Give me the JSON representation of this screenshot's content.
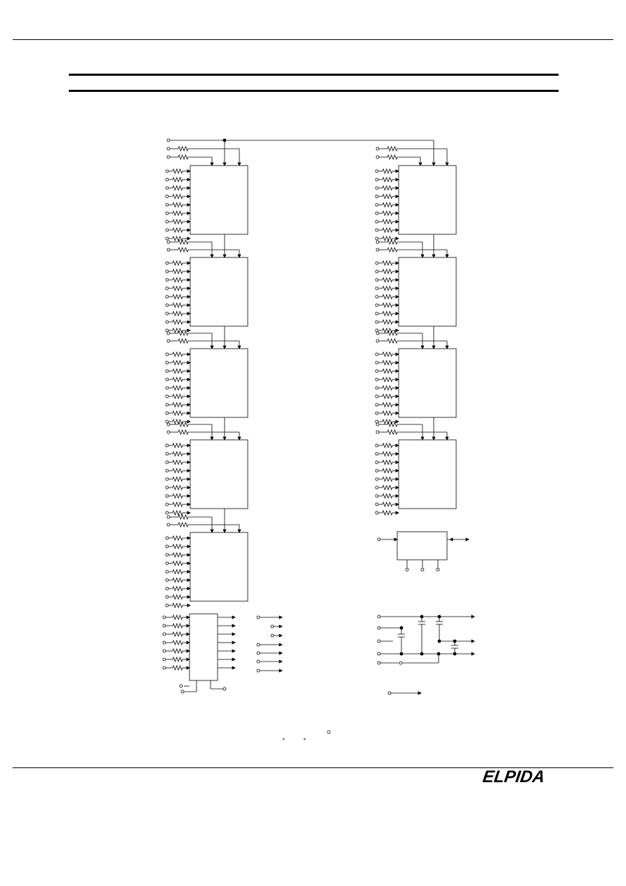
{
  "footer": {
    "logo_text": "ELPIDA"
  },
  "notes": {
    "omega_symbol": "Ω",
    "times_symbol_1": "×",
    "times_symbol_2": "×"
  },
  "diagram": {
    "left_column_chip_count": 5,
    "right_column_chip_count": 4,
    "dq_lines_per_chip": 9,
    "buffer_input_lines": 7,
    "buffer_output_lines": 7
  }
}
